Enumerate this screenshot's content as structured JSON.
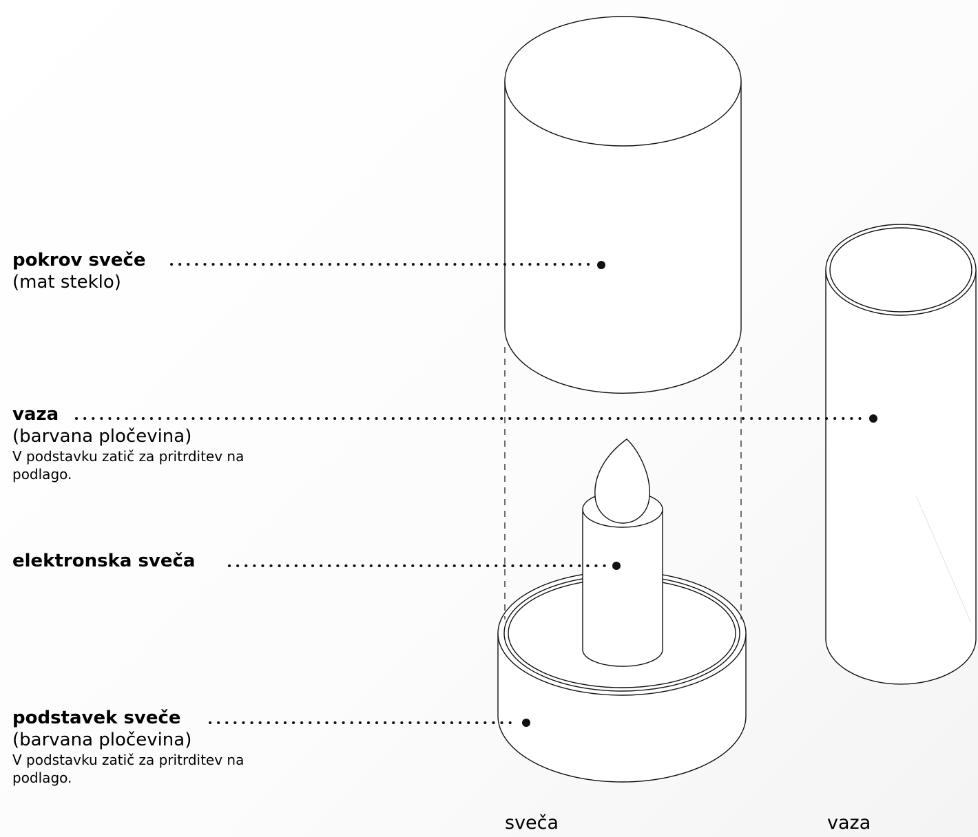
{
  "labels": {
    "cover": {
      "name": "pokrov sveče",
      "material": "(mat steklo)"
    },
    "vase": {
      "name": "vaza",
      "material": "(barvana pločevina)",
      "note": "V podstavku zatič za pritrditev na podlago."
    },
    "candle": {
      "name": "elektronska sveča"
    },
    "base": {
      "name": "podstavek sveče",
      "material": "(barvana pločevina)",
      "note": "V podstavku zatič za pritrditev na podlago."
    }
  },
  "captions": {
    "candle_assembly": "sveča",
    "vase": "vaza"
  },
  "colors": {
    "line": "#111111",
    "background": "#fdfdfd"
  }
}
